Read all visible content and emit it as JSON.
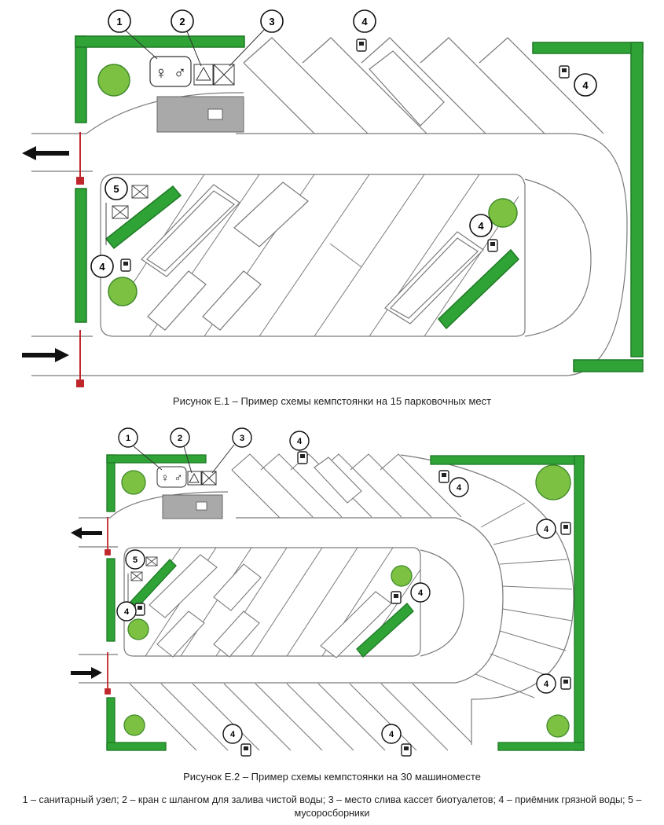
{
  "figure1": {
    "caption": "Рисунок Е.1 – Пример схемы кемпстоянки на 15 парковочных мест",
    "markers": {
      "m1": "1",
      "m2": "2",
      "m3": "3",
      "m4a": "4",
      "m4b": "4",
      "m4c": "4",
      "m4d": "4",
      "m5": "5"
    }
  },
  "figure2": {
    "caption": "Рисунок Е.2 – Пример схемы кемпстоянки на 30 машиноместе",
    "markers": {
      "m1": "1",
      "m2": "2",
      "m3": "3",
      "m4a": "4",
      "m4b": "4",
      "m4c": "4",
      "m4d": "4",
      "m4e": "4",
      "m4f": "4",
      "m4g": "4",
      "m4h": "4",
      "m5": "5"
    }
  },
  "legend": "1 – санитарный узел; 2 – кран с шлангом для залива чистой воды; 3 – место слива кассет биотуалетов; 4 – приёмник грязной воды; 5 – мусоросборники",
  "colors": {
    "hedge": "#2fa336",
    "hedge_dark": "#1f7a26",
    "tree": "#7cc142",
    "building": "#a9a9a9",
    "barrier": "#c0272d",
    "line": "#7a7a7a"
  }
}
